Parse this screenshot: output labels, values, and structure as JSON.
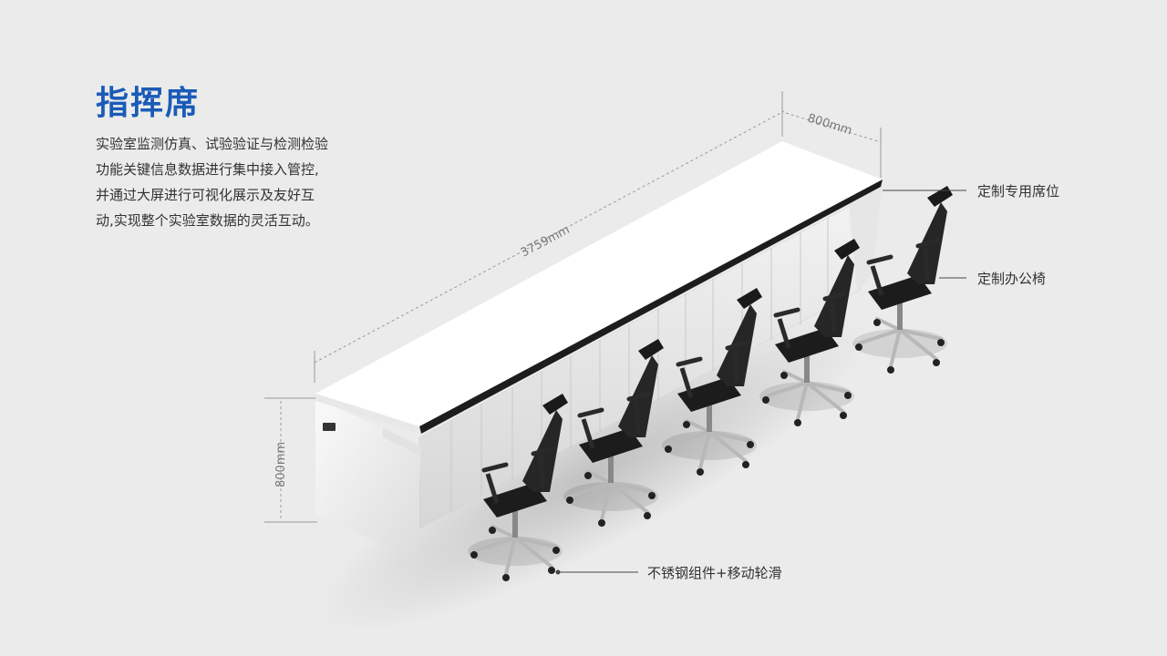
{
  "title": "指挥席",
  "description": [
    "实验室监测仿真、试验验证与检测检验",
    "功能关键信息数据进行集中接入管控,",
    "并通过大屏进行可视化展示及友好互",
    "动,实现整个实验室数据的灵活互动。"
  ],
  "dimensions": {
    "depth": "800mm",
    "length": "3759mm",
    "height": "800mm"
  },
  "callouts": {
    "seat": "定制专用席位",
    "chair": "定制办公椅",
    "casters": "不锈钢组件+移动轮滑"
  },
  "colors": {
    "title": "#1a5bb8",
    "background": "#ebebeb"
  }
}
